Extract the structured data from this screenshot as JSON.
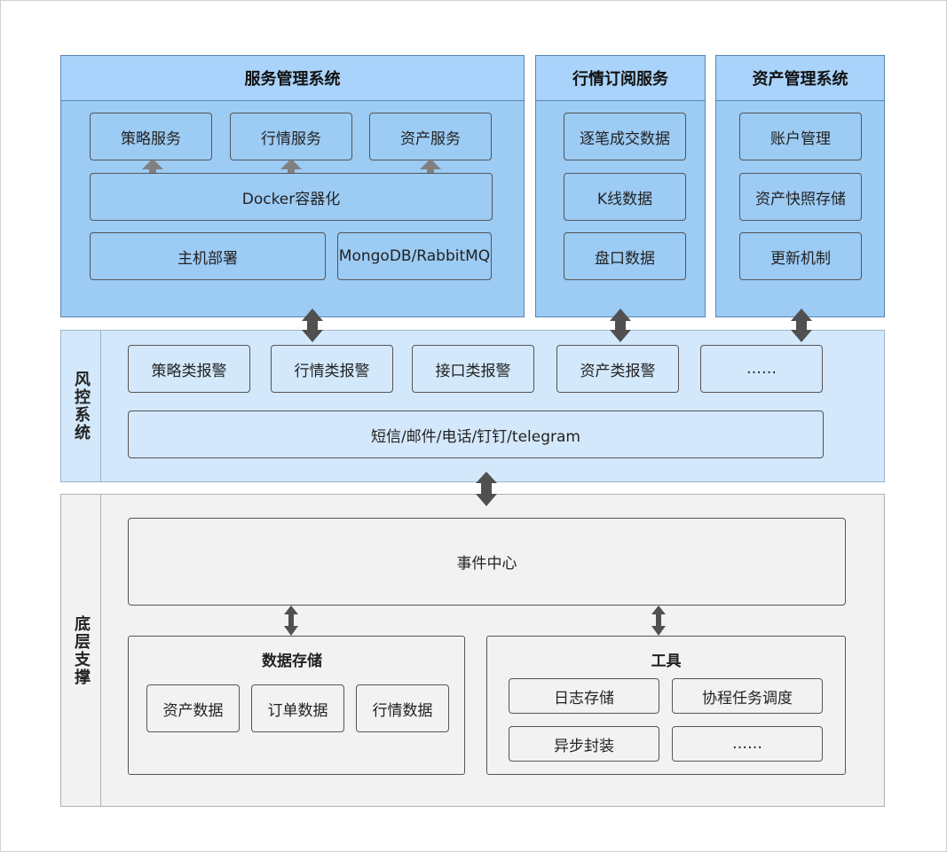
{
  "service_mgmt": {
    "title": "服务管理系统",
    "services": [
      "策略服务",
      "行情服务",
      "资产服务"
    ],
    "docker": "Docker容器化",
    "host": "主机部署",
    "middleware": "MongoDB/RabbitMQ"
  },
  "market_sub": {
    "title": "行情订阅服务",
    "items": [
      "逐笔成交数据",
      "K线数据",
      "盘口数据"
    ]
  },
  "asset_mgmt": {
    "title": "资产管理系统",
    "items": [
      "账户管理",
      "资产快照存储",
      "更新机制"
    ]
  },
  "risk": {
    "label": "风控系统",
    "alerts": [
      "策略类报警",
      "行情类报警",
      "接口类报警",
      "资产类报警",
      "……"
    ],
    "channels": "短信/邮件/电话/钉钉/telegram"
  },
  "base": {
    "label": "底层支撑",
    "event_center": "事件中心",
    "storage": {
      "title": "数据存储",
      "items": [
        "资产数据",
        "订单数据",
        "行情数据"
      ]
    },
    "tools": {
      "title": "工具",
      "items": [
        "日志存储",
        "协程任务调度",
        "异步封装",
        "……"
      ]
    }
  }
}
